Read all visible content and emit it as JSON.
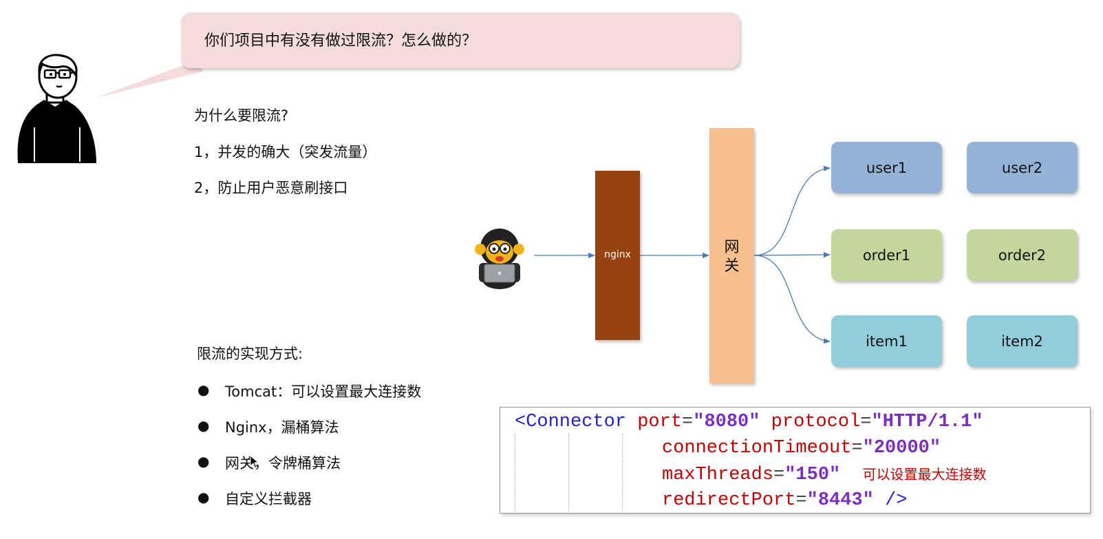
{
  "question": "你们项目中有没有做过限流？怎么做的？",
  "why": {
    "title": "为什么要限流?",
    "reasons": [
      "1，并发的确大（突发流量）",
      "2，防止用户恶意刷接口"
    ]
  },
  "methods": {
    "title": "限流的实现方式:",
    "items": [
      "Tomcat：可以设置最大连接数",
      "Nginx，漏桶算法",
      "网关，令牌桶算法",
      "自定义拦截器"
    ]
  },
  "diagram": {
    "nginx_label": "nginx",
    "gateway_label": "网\n关",
    "services": {
      "user": [
        "user1",
        "user2"
      ],
      "order": [
        "order1",
        "order2"
      ],
      "item": [
        "item1",
        "item2"
      ]
    },
    "colors": {
      "nginx": "#974310",
      "gateway": "#f7bf8e",
      "user": "#94b3d7",
      "order": "#c3d69b",
      "item": "#92cddc",
      "arrow": "#4a7ab5"
    }
  },
  "code": {
    "tag": "<Connector",
    "attrs": [
      {
        "name": "port",
        "value": "\"8080\""
      },
      {
        "name": "protocol",
        "value": "\"HTTP/1.1\""
      },
      {
        "name": "connectionTimeout",
        "value": "\"20000\""
      },
      {
        "name": "maxThreads",
        "value": "\"150\""
      },
      {
        "name": "redirectPort",
        "value": "\"8443\""
      }
    ],
    "close": "/>",
    "note": "可以设置最大连接数"
  }
}
